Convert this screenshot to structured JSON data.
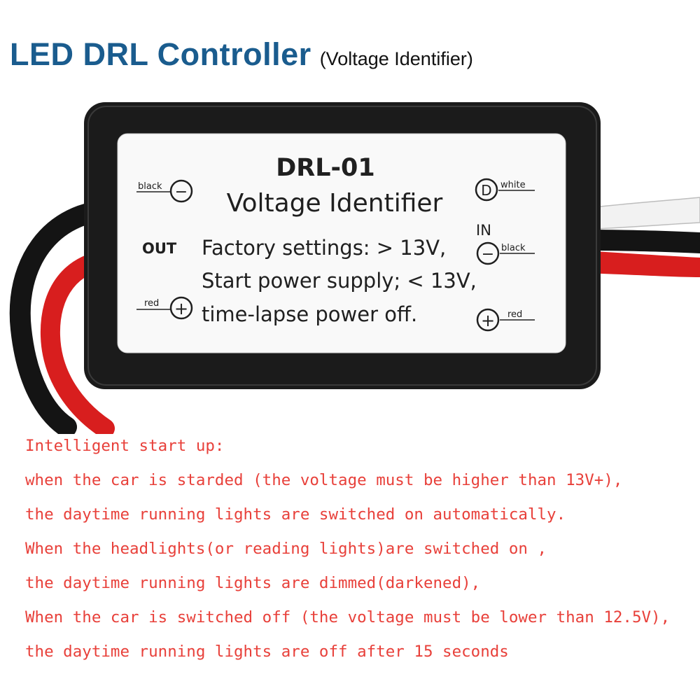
{
  "header": {
    "title": "LED DRL Controller",
    "subtitle": "(Voltage Identifier)"
  },
  "label": {
    "model": "DRL-01",
    "name": "Voltage Identifier",
    "text_lines": [
      "Factory settings: > 13V,",
      "Start power supply; < 13V,",
      "time-lapse power off."
    ],
    "out": {
      "label": "OUT",
      "top_wire": "black",
      "top_symbol": "−",
      "bottom_wire": "red",
      "bottom_symbol": "+"
    },
    "in": {
      "label": "IN",
      "d_wire": "white",
      "d_symbol": "D",
      "neg_wire": "black",
      "neg_symbol": "−",
      "pos_wire": "red",
      "pos_symbol": "+"
    }
  },
  "description": {
    "lines": [
      "Intelligent start up:",
      "when the car is starded (the voltage must be higher than 13V+),",
      "the daytime running lights are switched on automatically.",
      "When the headlights(or reading lights)are switched on ,",
      "the daytime running lights are dimmed(darkened),",
      "When the car is switched off (the voltage must be lower than 12.5V),",
      "the daytime running lights are off after 15 seconds"
    ]
  },
  "colors": {
    "title_blue": "#1a5c8e",
    "description_red": "#e8403a",
    "case_black": "#1b1b1b",
    "wire_red": "#d81e1e",
    "wire_white": "#f2f2f2"
  }
}
